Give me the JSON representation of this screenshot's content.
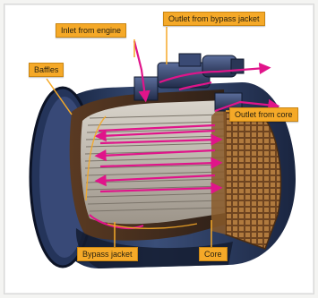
{
  "labels": {
    "inlet_from_engine": "Inlet from engine",
    "outlet_from_bypass_jacket": "Outlet from bypass jacket",
    "baffles": "Baffles",
    "outlet_from_core": "Outlet from core",
    "bypass_jacket": "Bypass jacket",
    "core": "Core"
  },
  "colors": {
    "label_fill": "#f5a928",
    "leader_line": "#f5a928",
    "flow_arrow": "#e0148a",
    "shell_dark": "#1e2a44",
    "core_brown": "#8a5a2a"
  }
}
